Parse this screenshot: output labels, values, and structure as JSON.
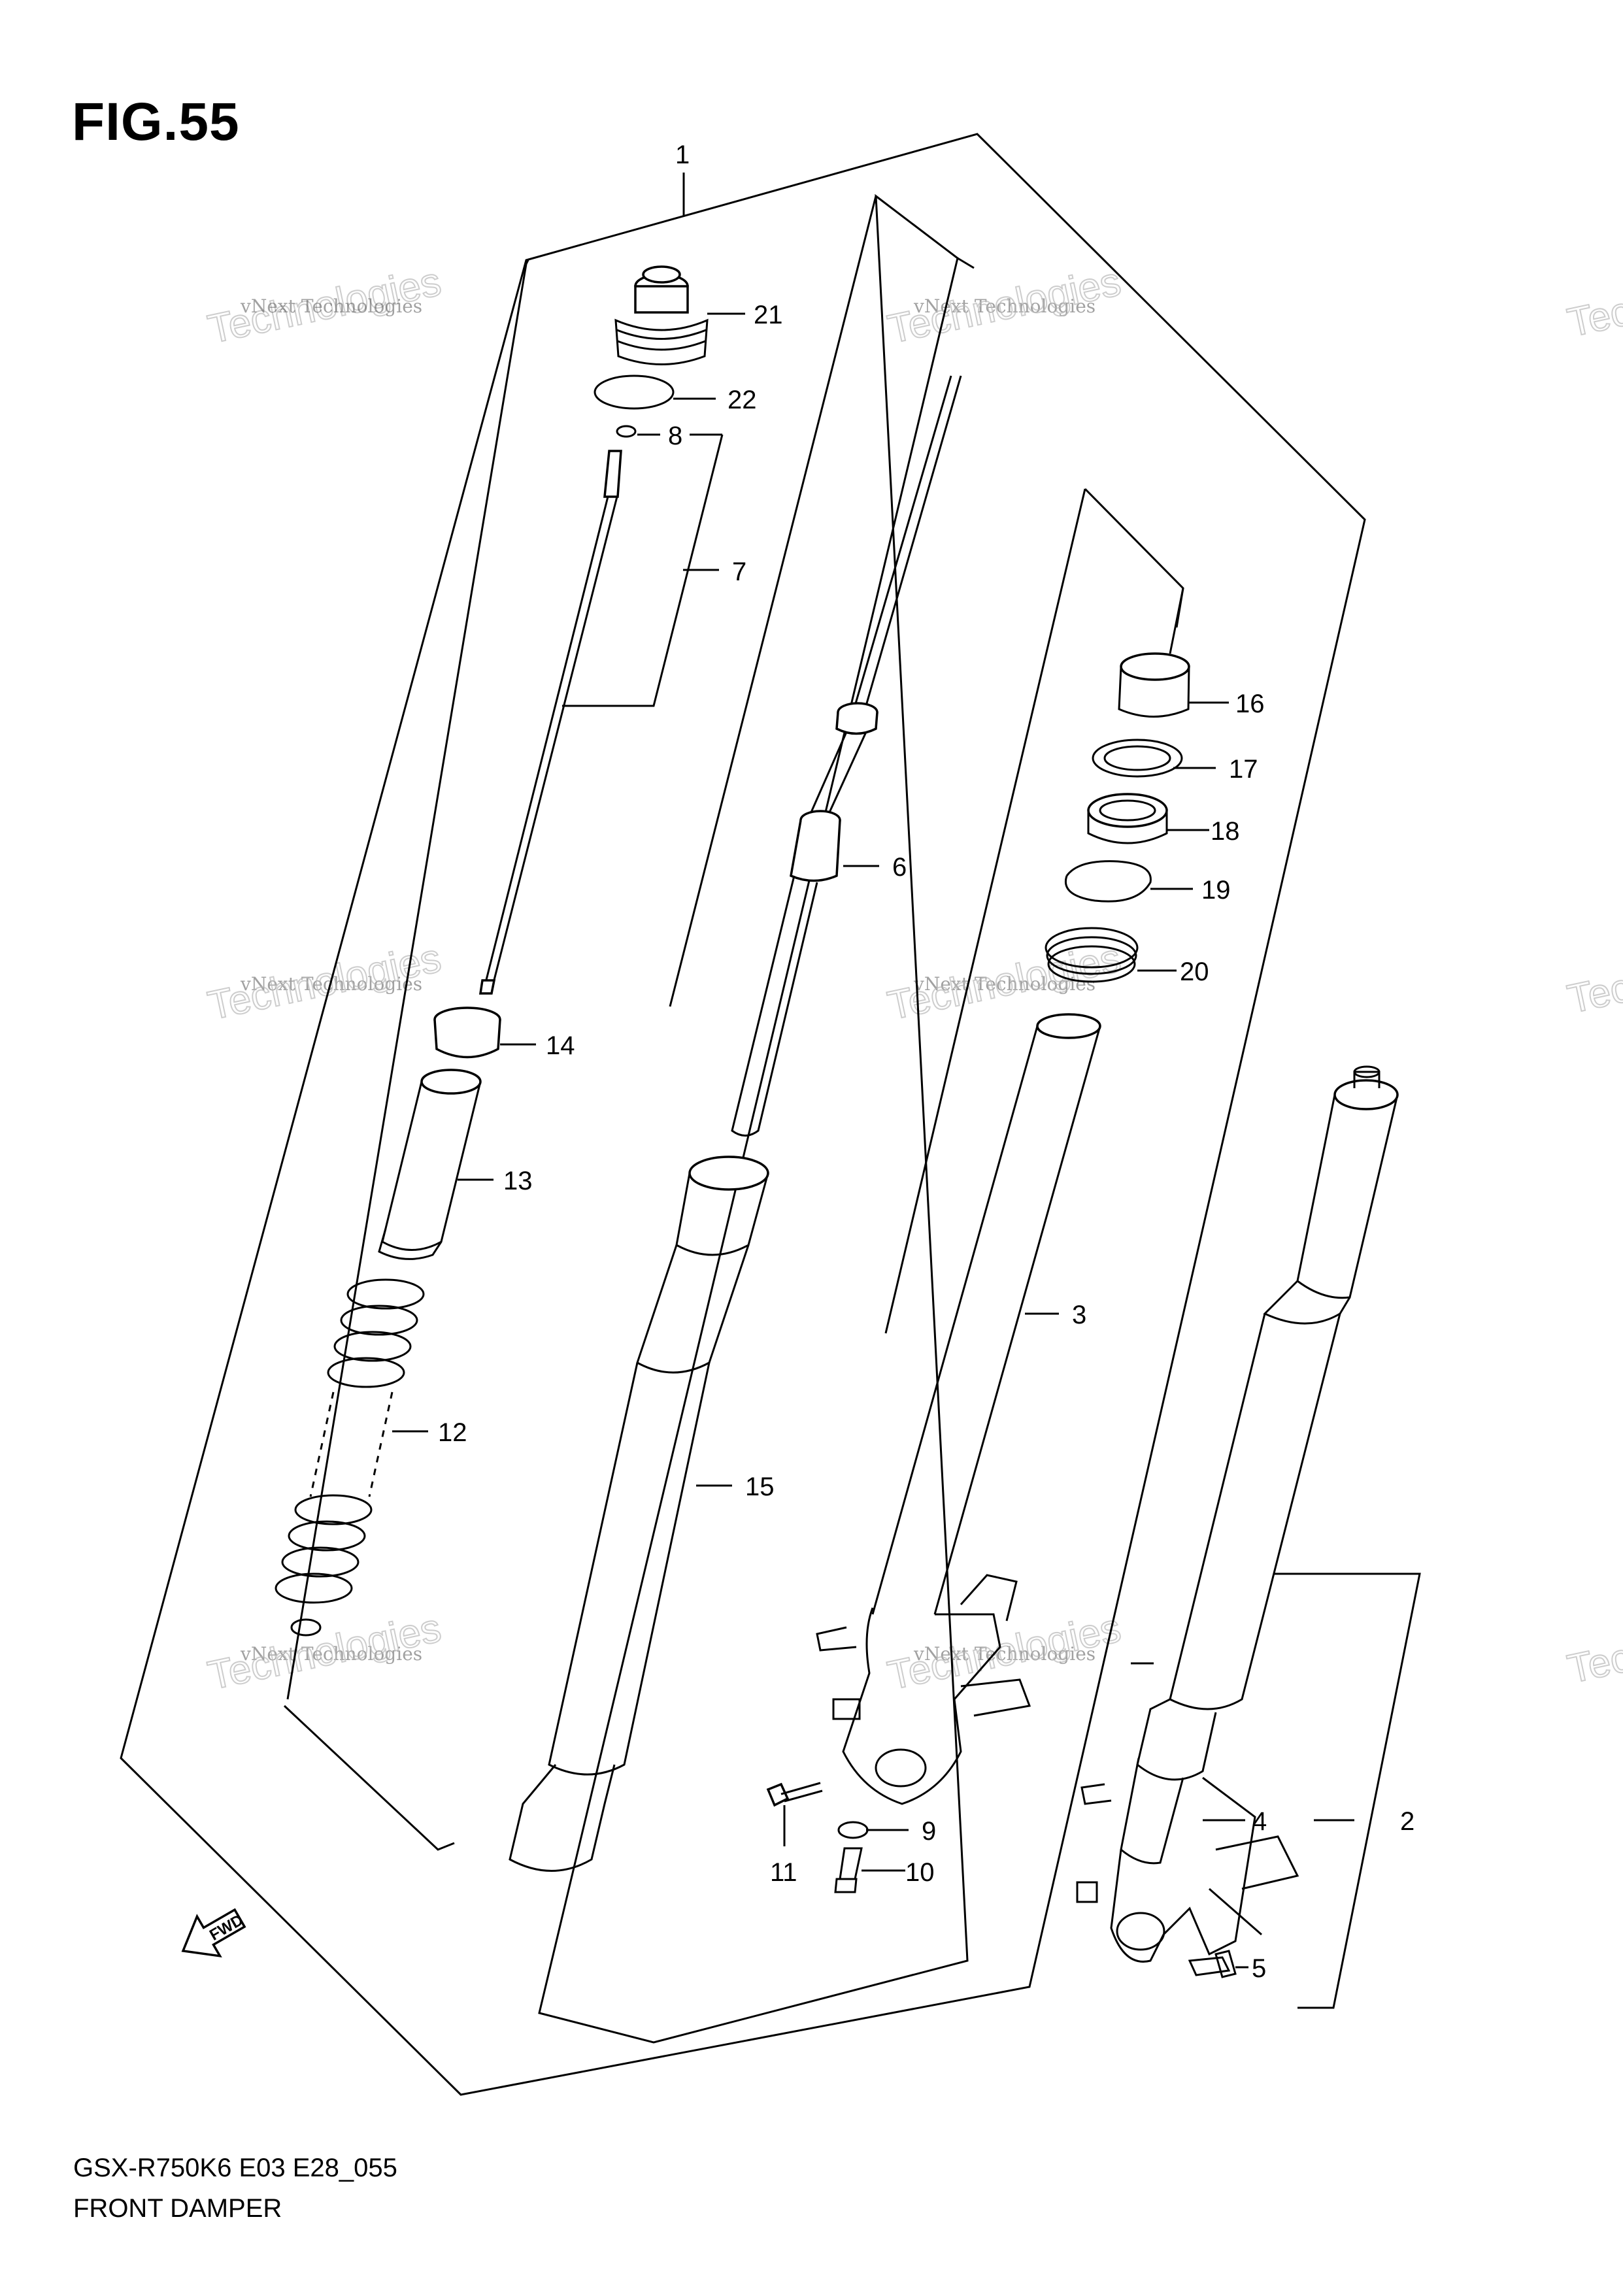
{
  "figure_title": "FIG.55",
  "footer": {
    "model": "GSX-R750K6 E03 E28_055",
    "name": "FRONT DAMPER"
  },
  "fwd_label": "FWD",
  "watermark": {
    "line1": "vNext Technologies",
    "line2": "Technologies",
    "line3": "vNext"
  },
  "callouts": {
    "c1": "1",
    "c2": "2",
    "c3": "3",
    "c4": "4",
    "c5": "5",
    "c6": "6",
    "c7": "7",
    "c8": "8",
    "c9": "9",
    "c10": "10",
    "c11": "11",
    "c12": "12",
    "c13": "13",
    "c14": "14",
    "c15": "15",
    "c16": "16",
    "c17": "17",
    "c18": "18",
    "c19": "19",
    "c20": "20",
    "c21": "21",
    "c22": "22"
  }
}
